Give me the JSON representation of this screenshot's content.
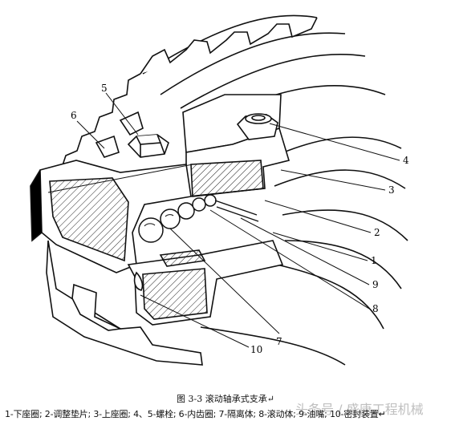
{
  "callouts": [
    "5",
    "6",
    "4",
    "3",
    "2",
    "1",
    "9",
    "8",
    "7",
    "10"
  ],
  "caption": "图 3-3  滚动轴承式支承↵",
  "legend": "1-下座圈; 2-调整垫片; 3-上座圈; 4、5-螺栓; 6-内齿圈; 7-隔离体; 8-滚动体; 9-油嘴; 10-密封装置↵",
  "watermark": "头条号 / 盛唐工程机械"
}
